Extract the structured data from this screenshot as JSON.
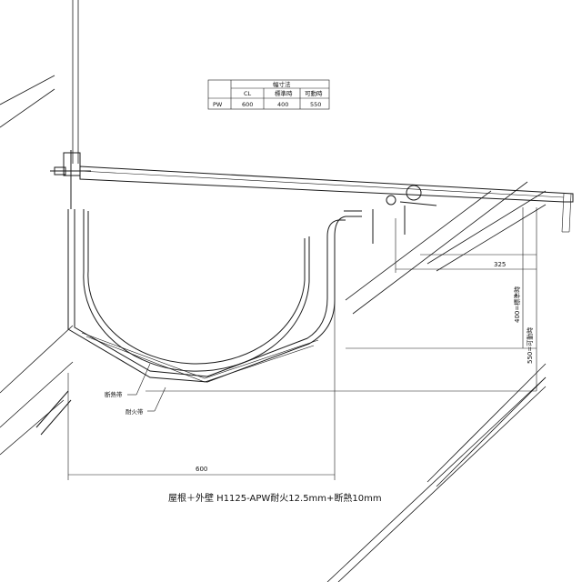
{
  "table": {
    "title": "幅寸法",
    "headers": [
      "",
      "CL",
      "標準時",
      "可動時"
    ],
    "rows": [
      [
        "PW",
        "600",
        "400",
        "550"
      ]
    ]
  },
  "dimensions": {
    "width_bottom": "600",
    "width_top": "325",
    "height_standard": "400=標準時",
    "height_movable": "550=可動時"
  },
  "labels": {
    "insulation": "断熱帯",
    "fireproof": "耐火帯"
  },
  "caption": "屋根＋外壁 H1125-APW耐火12.5mm+断熱10mm"
}
